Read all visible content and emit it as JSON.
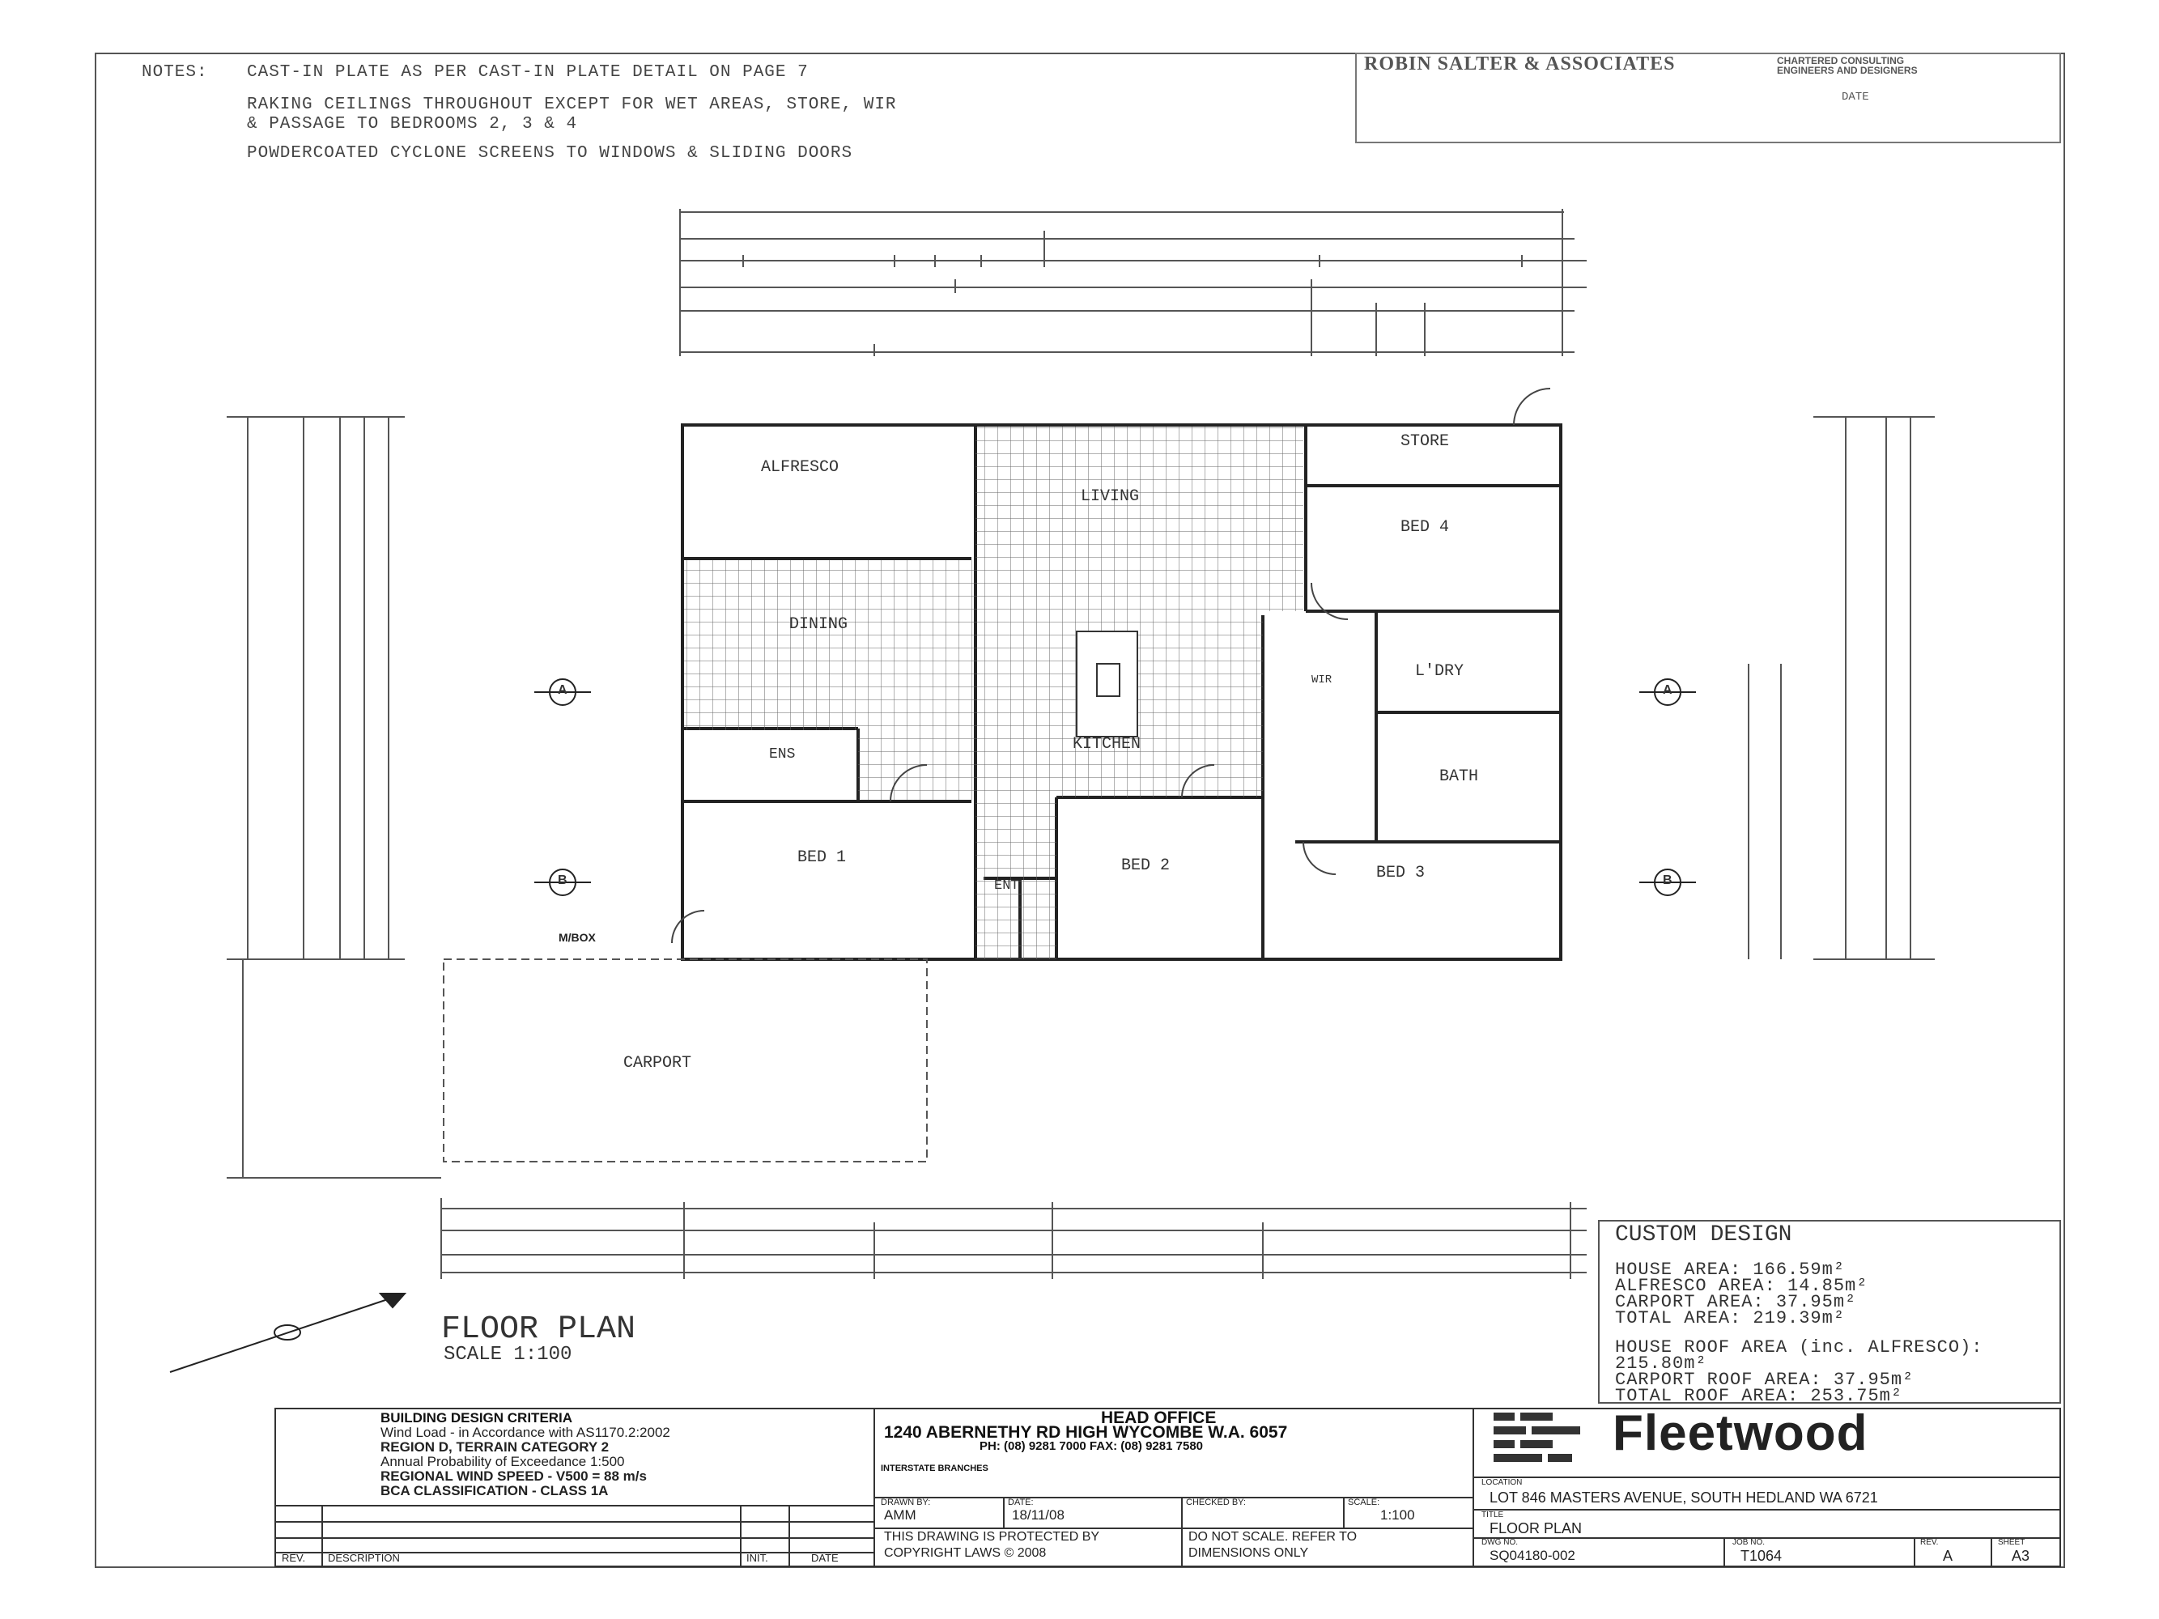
{
  "notes": {
    "label": "NOTES:",
    "line1": "CAST-IN PLATE AS PER CAST-IN PLATE DETAIL ON PAGE 7",
    "line2": "RAKING CEILINGS THROUGHOUT EXCEPT FOR WET AREAS, STORE, WIR",
    "line3": "& PASSAGE TO BEDROOMS 2, 3 & 4",
    "line4": "POWDERCOATED CYCLONE SCREENS TO WINDOWS & SLIDING DOORS"
  },
  "engineer": {
    "name": "ROBIN SALTER & ASSOCIATES",
    "tag1": "CHARTERED CONSULTING",
    "tag2": "ENGINEERS AND DESIGNERS",
    "date_label": "DATE"
  },
  "rooms": {
    "alfresco": "ALFRESCO",
    "living": "LIVING",
    "dining": "DINING",
    "kitchen": "KITCHEN",
    "store": "STORE",
    "bed4": "BED 4",
    "ldry": "L'DRY",
    "wir": "WIR",
    "ens": "ENS",
    "bath": "BATH",
    "bed1": "BED 1",
    "bed2": "BED 2",
    "bed3": "BED 3",
    "ent": "ENT",
    "carport": "CARPORT",
    "mbox": "M/BOX"
  },
  "section_markers": {
    "a": "A",
    "b": "B"
  },
  "drawing": {
    "title": "FLOOR PLAN",
    "scale": "SCALE 1:100"
  },
  "custom_design": {
    "title": "CUSTOM DESIGN",
    "house_area": "HOUSE AREA: 166.59m²",
    "alfresco_area": "ALFRESCO AREA: 14.85m²",
    "carport_area": "CARPORT AREA: 37.95m²",
    "total_area": "TOTAL AREA: 219.39m²",
    "house_roof_area": "HOUSE ROOF AREA (inc. ALFRESCO):",
    "house_roof_value": "215.80m²",
    "carport_roof_area": "CARPORT ROOF AREA: 37.95m²",
    "total_roof_area": "TOTAL ROOF AREA: 253.75m²"
  },
  "criteria": {
    "title": "BUILDING DESIGN CRITERIA",
    "line1": "Wind Load - in Accordance with AS1170.2:2002",
    "line2": "REGION D, TERRAIN CATEGORY 2",
    "line3": "Annual Probability of Exceedance 1:500",
    "line4": "REGIONAL WIND SPEED - V500 = 88 m/s",
    "line5": "BCA CLASSIFICATION - CLASS 1A",
    "rev": "REV.",
    "description": "DESCRIPTION",
    "init": "INIT.",
    "date": "DATE"
  },
  "head_office": {
    "title": "HEAD OFFICE",
    "address": "1240 ABERNETHY RD HIGH WYCOMBE W.A. 6057",
    "phone": "PH: (08) 9281 7000   FAX: (08) 9281 7580",
    "branches": "INTERSTATE BRANCHES",
    "drawn_by_label": "DRAWN BY:",
    "drawn_by": "AMM",
    "date_label": "DATE:",
    "date": "18/11/08",
    "checked_by_label": "CHECKED BY:",
    "scale_label": "SCALE:",
    "scale": "1:100",
    "copyright1": "THIS DRAWING IS PROTECTED BY",
    "copyright2": "COPYRIGHT LAWS   © 2008",
    "noscale1": "DO NOT SCALE. REFER TO",
    "noscale2": "DIMENSIONS ONLY"
  },
  "company": {
    "name": "Fleetwood",
    "location_label": "LOCATION",
    "location": "LOT 846 MASTERS AVENUE, SOUTH HEDLAND WA 6721",
    "title_label": "TITLE",
    "title": "FLOOR PLAN",
    "dwg_label": "DWG NO.",
    "dwg": "SQ04180-002",
    "job_label": "JOB NO.",
    "job": "T1064",
    "rev_label": "REV.",
    "rev": "A",
    "sheet_label": "SHEET",
    "sheet": "A3"
  }
}
